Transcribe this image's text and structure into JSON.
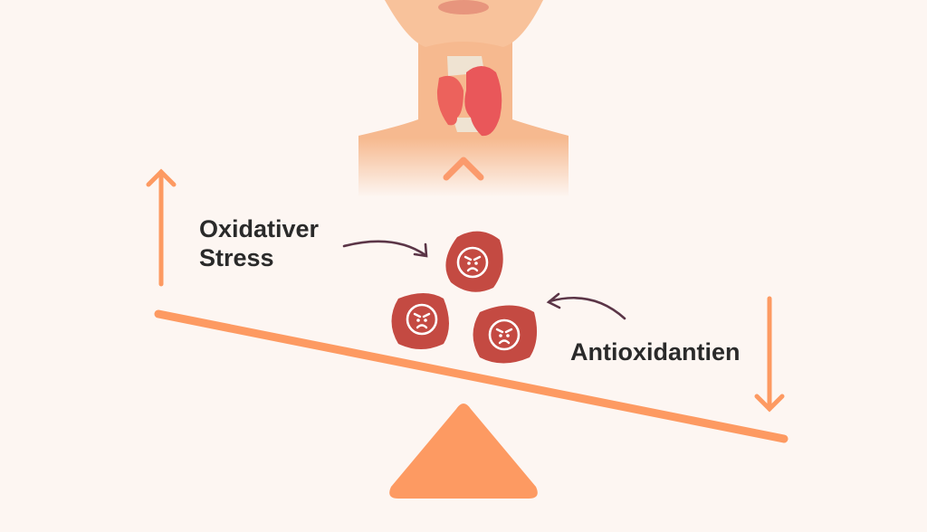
{
  "labels": {
    "oxidative_line1": "Oxidativer",
    "oxidative_line2": "Stress",
    "antioxidants": "Antioxidantien"
  },
  "colors": {
    "background": "#fdf6f2",
    "orange": "#fd9a62",
    "radical_red": "#c44a42",
    "skin": "#f6b98f",
    "thyroid": "#e95a55",
    "pointer": "#5b3547",
    "text": "#2a2a2a"
  },
  "icons": [
    "angry-face-icon",
    "arrow-up-icon",
    "arrow-down-icon",
    "curved-arrow-icon"
  ]
}
